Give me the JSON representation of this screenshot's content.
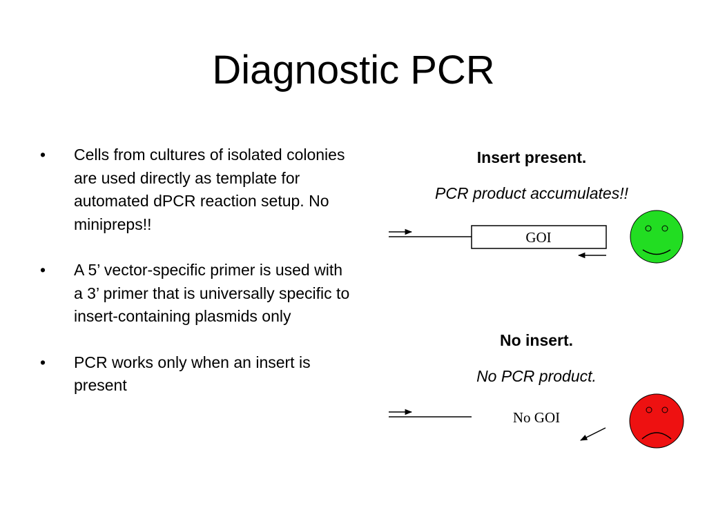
{
  "slide": {
    "title": "Diagnostic PCR"
  },
  "bullets": [
    "Cells from cultures of isolated colonies are used directly as template for automated dPCR reaction setup.  No minipreps!!",
    "A 5’ vector-specific primer is used with a 3’ primer that is universally specific to insert-containing plasmids only",
    "PCR works only when an insert is present"
  ],
  "bullet_marker": "•",
  "insert_panel": {
    "heading": "Insert present.",
    "subheading": "PCR product accumulates!!",
    "box_label": "GOI",
    "face": "smiley-face-icon",
    "face_color": "#22dd22"
  },
  "no_insert_panel": {
    "heading": "No insert.",
    "subheading": "No PCR product.",
    "label": "No GOI",
    "face": "frowning-face-icon",
    "face_color": "#ee1111"
  }
}
